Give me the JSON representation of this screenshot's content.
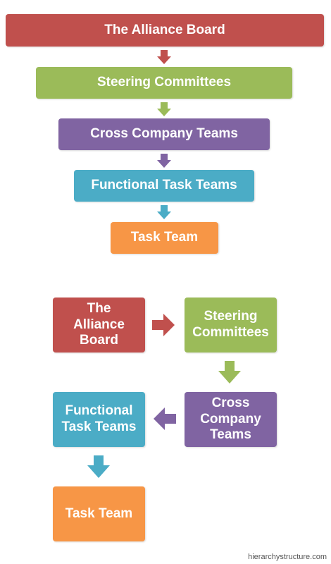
{
  "colors": {
    "red": "#c0504d",
    "green": "#9bbb59",
    "purple": "#8064a2",
    "teal": "#4bacc6",
    "orange": "#f79646"
  },
  "top_chain": [
    {
      "label": "The Alliance Board",
      "color": "red"
    },
    {
      "label": "Steering Committees",
      "color": "green"
    },
    {
      "label": "Cross Company Teams",
      "color": "purple"
    },
    {
      "label": "Functional Task Teams",
      "color": "teal"
    },
    {
      "label": "Task Team",
      "color": "orange"
    }
  ],
  "top_arrows": [
    {
      "direction": "down",
      "color": "red"
    },
    {
      "direction": "down",
      "color": "green"
    },
    {
      "direction": "down",
      "color": "purple"
    },
    {
      "direction": "down",
      "color": "teal"
    }
  ],
  "bottom_flow": [
    {
      "label_lines": [
        "The",
        "Alliance",
        "Board"
      ],
      "color": "red"
    },
    {
      "label_lines": [
        "Steering",
        "Committees"
      ],
      "color": "green"
    },
    {
      "label_lines": [
        "Cross",
        "Company",
        "Teams"
      ],
      "color": "purple"
    },
    {
      "label_lines": [
        "Functional",
        "Task Teams"
      ],
      "color": "teal"
    },
    {
      "label_lines": [
        "Task Team"
      ],
      "color": "orange"
    }
  ],
  "bottom_arrows": [
    {
      "direction": "right",
      "color": "red"
    },
    {
      "direction": "down",
      "color": "green"
    },
    {
      "direction": "left",
      "color": "purple"
    },
    {
      "direction": "down",
      "color": "teal"
    }
  ],
  "watermark": "hierarchystructure.com"
}
